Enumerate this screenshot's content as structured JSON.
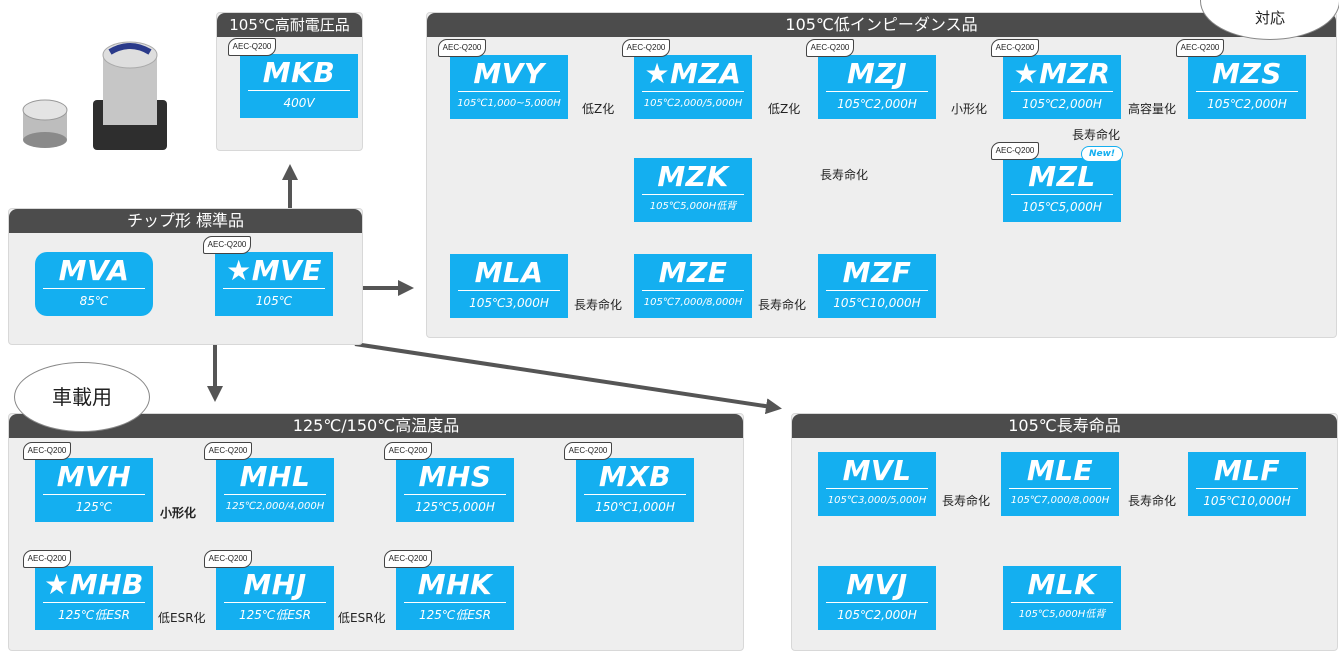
{
  "panels": {
    "mkb_title": "105℃高耐電圧品",
    "low_imp_title": "105℃低インピーダンス品",
    "std_title": "チップ形 標準品",
    "high_temp_title": "125℃/150℃高温度品",
    "long_life_title": "105℃長寿命品"
  },
  "bubbles": {
    "auto_use": "車載用",
    "corner": "対応"
  },
  "badges": {
    "aec": "AEC-Q200",
    "new": "New!"
  },
  "products": {
    "mkb": {
      "name": "MKB",
      "spec": "400V"
    },
    "mva": {
      "name": "MVA",
      "spec": "85℃"
    },
    "mve": {
      "name": "★MVE",
      "spec": "105℃"
    },
    "mvy": {
      "name": "MVY",
      "spec": "105℃1,000~5,000H"
    },
    "mza": {
      "name": "★MZA",
      "spec": "105℃2,000/5,000H"
    },
    "mzj": {
      "name": "MZJ",
      "spec": "105℃2,000H"
    },
    "mzr": {
      "name": "★MZR",
      "spec": "105℃2,000H"
    },
    "mzs": {
      "name": "MZS",
      "spec": "105℃2,000H"
    },
    "mzk": {
      "name": "MZK",
      "spec": "105℃5,000H低背"
    },
    "mzl": {
      "name": "MZL",
      "spec": "105℃5,000H"
    },
    "mla": {
      "name": "MLA",
      "spec": "105℃3,000H"
    },
    "mze": {
      "name": "MZE",
      "spec": "105℃7,000/8,000H"
    },
    "mzf": {
      "name": "MZF",
      "spec": "105℃10,000H"
    },
    "mvh": {
      "name": "MVH",
      "spec": "125℃"
    },
    "mhl": {
      "name": "MHL",
      "spec": "125℃2,000/4,000H"
    },
    "mhs": {
      "name": "MHS",
      "spec": "125℃5,000H"
    },
    "mxb": {
      "name": "MXB",
      "spec": "150℃1,000H"
    },
    "mhb": {
      "name": "★MHB",
      "spec": "125℃低ESR"
    },
    "mhj": {
      "name": "MHJ",
      "spec": "125℃低ESR"
    },
    "mhk": {
      "name": "MHK",
      "spec": "125℃低ESR"
    },
    "mvl": {
      "name": "MVL",
      "spec": "105℃3,000/5,000H"
    },
    "mle": {
      "name": "MLE",
      "spec": "105℃7,000/8,000H"
    },
    "mlf": {
      "name": "MLF",
      "spec": "105℃10,000H"
    },
    "mvj": {
      "name": "MVJ",
      "spec": "105℃2,000H"
    },
    "mlk": {
      "name": "MLK",
      "spec": "105℃5,000H低背"
    }
  },
  "edge_labels": {
    "low_z_1": "低Z化",
    "low_z_2": "低Z化",
    "downsize_1": "小形化",
    "high_cap": "高容量化",
    "long_life_mzr": "長寿命化",
    "long_life_mza": "長寿命化",
    "long_life_mla": "長寿命化",
    "long_life_mze": "長寿命化",
    "downsize_2": "小形化",
    "low_esr_1": "低ESR化",
    "low_esr_2": "低ESR化",
    "long_life_mvl": "長寿命化",
    "long_life_mle": "長寿命化"
  },
  "colors": {
    "box": "#14aff0",
    "header": "#4c4c4c",
    "panel": "#eeeeee",
    "arrow": "#555555"
  }
}
